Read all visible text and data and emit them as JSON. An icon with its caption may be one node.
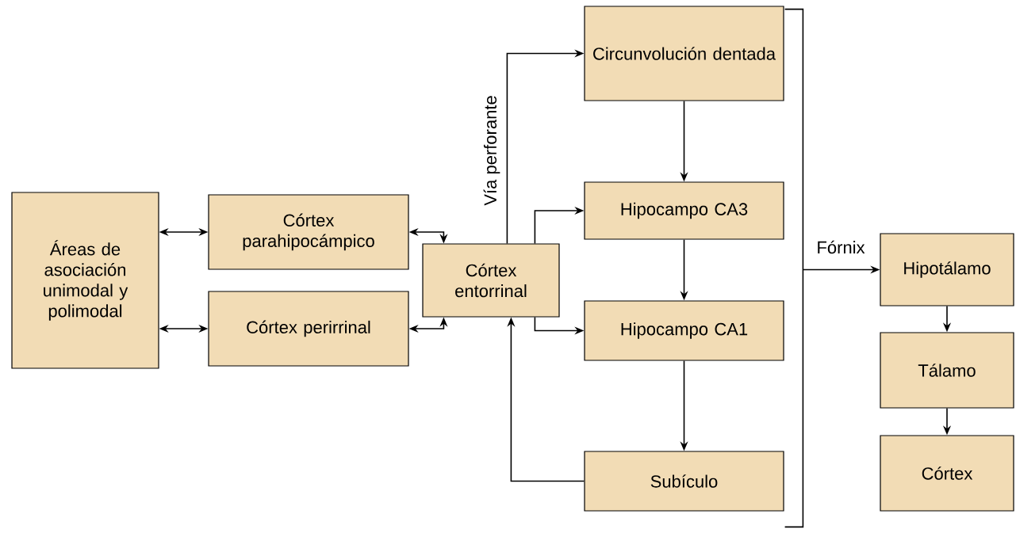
{
  "diagram": {
    "nodes": [
      {
        "text": [
          "Áreas de asociación unimodal y polimodal"
        ]
      },
      {
        "text": [
          "Córtex parahipocámpico"
        ]
      },
      {
        "text": [
          "Córtex perirrinal"
        ]
      },
      {
        "text": [
          "Córtex entorrinal"
        ]
      },
      {
        "text": [
          "Circunvolución dentada"
        ]
      },
      {
        "text": [
          "Hipocampo CA3"
        ]
      },
      {
        "text": [
          "Hipocampo CA1"
        ]
      },
      {
        "text": [
          "Subículo"
        ]
      },
      {
        "text": [
          "Hipotálamo"
        ]
      },
      {
        "text": [
          "Tálamo"
        ]
      },
      {
        "text": [
          "Córtex"
        ]
      },
      {
        "text": [],
        "shape": "bracket"
      }
    ],
    "edges": [
      {
        "from": 0,
        "to": 1,
        "arrow": "both"
      },
      {
        "from": 0,
        "to": 2,
        "arrow": "both"
      },
      {
        "from": 1,
        "to": 3,
        "arrow": "both"
      },
      {
        "from": 2,
        "to": 3,
        "arrow": "both"
      },
      {
        "from": 3,
        "to": 4,
        "arrow": "to",
        "label": "Vía perforante"
      },
      {
        "from": 3,
        "to": 5,
        "arrow": "to"
      },
      {
        "from": 3,
        "to": 6,
        "arrow": "to"
      },
      {
        "from": 4,
        "to": 5,
        "arrow": "to"
      },
      {
        "from": 5,
        "to": 6,
        "arrow": "to"
      },
      {
        "from": 6,
        "to": 7,
        "arrow": "to"
      },
      {
        "from": 7,
        "to": 3,
        "arrow": "to"
      },
      {
        "from": 8,
        "to": 9,
        "arrow": "to"
      },
      {
        "from": 9,
        "to": 10,
        "arrow": "to"
      },
      {
        "from": 11,
        "to": 8,
        "arrow": "to",
        "label": "Fórnix"
      }
    ]
  }
}
